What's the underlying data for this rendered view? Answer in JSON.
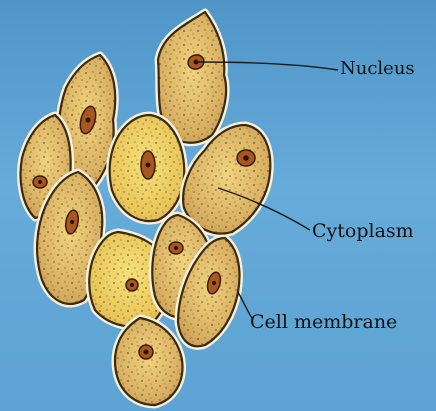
{
  "labels": {
    "nucleus": "Nucleus",
    "cytoplasm": "Cytoplasm",
    "membrane": "Cell membrane"
  },
  "colors": {
    "background": "#5a9fcf",
    "cell_fill": "#d8b46a",
    "cell_fill_light": "#f0cf6a",
    "membrane_outline": "#3a2a12",
    "membrane_highlight": "#f7f1dc",
    "nucleus": "#a8571e",
    "pointer_line": "#1a1a1a"
  }
}
